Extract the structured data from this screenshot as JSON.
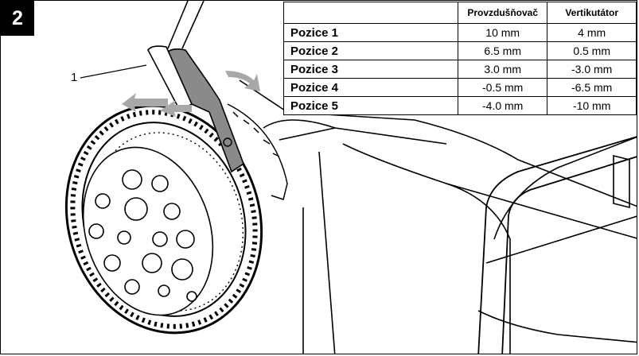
{
  "figure": {
    "number": "2",
    "callout_label": "1"
  },
  "settings_table": {
    "headers": [
      "",
      "Provzdušňovač",
      "Vertikutátor"
    ],
    "rows": [
      {
        "position": "Pozice 1",
        "aerator": "10 mm",
        "scarifier": "4 mm"
      },
      {
        "position": "Pozice 2",
        "aerator": "6.5 mm",
        "scarifier": "0.5 mm"
      },
      {
        "position": "Pozice 3",
        "aerator": "3.0 mm",
        "scarifier": "-3.0 mm"
      },
      {
        "position": "Pozice 4",
        "aerator": "-0.5 mm",
        "scarifier": "-6.5 mm"
      },
      {
        "position": "Pozice 5",
        "aerator": "-4.0 mm",
        "scarifier": "-10 mm"
      }
    ]
  },
  "colors": {
    "lever": "#8a8a8a",
    "arrow": "#a8a8a8",
    "line": "#000000"
  }
}
